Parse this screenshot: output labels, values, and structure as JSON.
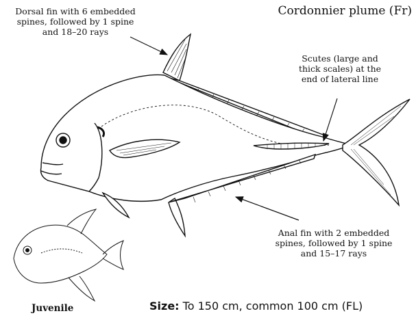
{
  "title": "Cordonnier plume (Fr)",
  "labels": {
    "dorsal_fin": [
      "Dorsal fin with 6 embedded",
      "spines, followed by 1 spine",
      "and 18–20 rays"
    ],
    "scutes": [
      "Scutes (large and",
      "thick scales) at the",
      "end of lateral line"
    ],
    "anal_fin": [
      "Anal fin with 2 embedded",
      "spines, followed by 1 spine",
      "and 15–17 rays"
    ],
    "juvenile": "Juvenile"
  },
  "size": {
    "label": "Size:",
    "text": " To 150 cm, common 100 cm (FL)"
  }
}
